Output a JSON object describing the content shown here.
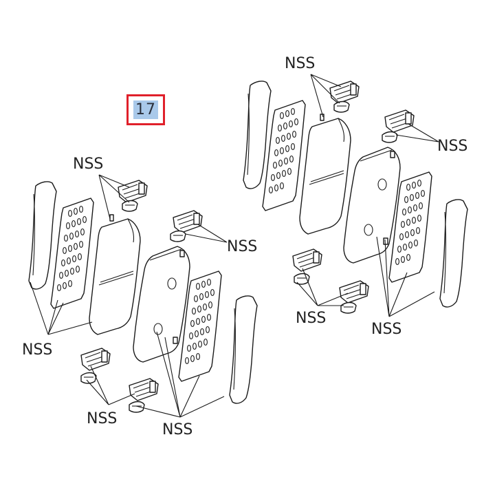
{
  "callout": {
    "ref_number": "17"
  },
  "labels": {
    "right_top": "NSS",
    "right_clip": "NSS",
    "right_hw": "NSS",
    "right_shims": "NSS",
    "left_top": "NSS",
    "left_clip": "NSS",
    "left_shims": "NSS",
    "left_hw": "NSS",
    "left_bottom": "NSS"
  }
}
